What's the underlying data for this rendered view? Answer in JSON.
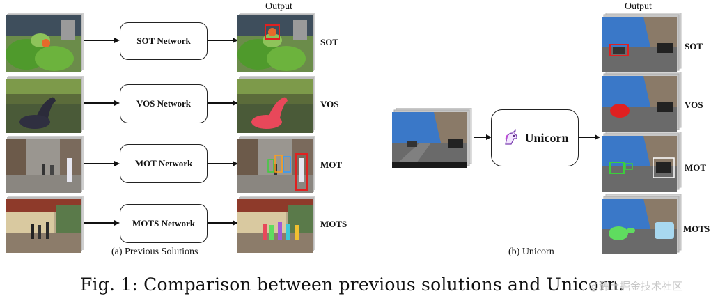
{
  "left_panel": {
    "output_label": "Output",
    "caption": "(a) Previous Solutions",
    "rows": [
      {
        "network": "SOT Network",
        "task": "SOT"
      },
      {
        "network": "VOS Network",
        "task": "VOS"
      },
      {
        "network": "MOT Network",
        "task": "MOT"
      },
      {
        "network": "MOTS Network",
        "task": "MOTS"
      }
    ]
  },
  "right_panel": {
    "output_label": "Output",
    "caption": "(b) Unicorn",
    "model_name": "Unicorn",
    "model_icon": "unicorn-icon",
    "tasks": [
      "SOT",
      "VOS",
      "MOT",
      "MOTS"
    ]
  },
  "figure_caption": "Fig. 1: Comparison between previous solutions and Unicorn.",
  "watermark": "@稀土掘金技术社区",
  "colors": {
    "sot_box": "#e02020",
    "vos_mask": "#e8485a",
    "mot_box_1": "#ff9f1a",
    "mot_box_2": "#2e9bff",
    "mot_box_3": "#3ccf3c",
    "mots_mask": "#5fdc5f"
  }
}
